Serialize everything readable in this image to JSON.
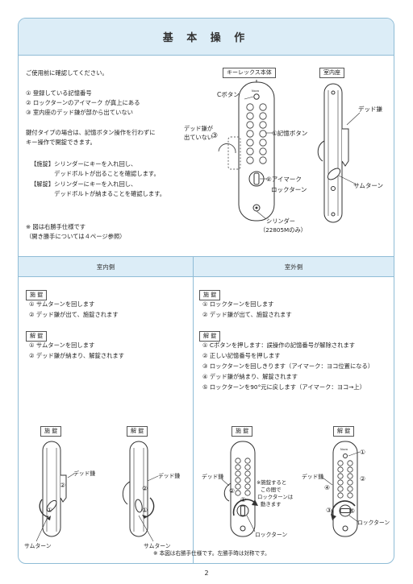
{
  "title": "基 本 操 作",
  "intro": {
    "lead": "ご使用前に確認してください。",
    "checks": [
      "① 登録している記憶番号",
      "② ロックターンのアイマーク が真上にある",
      "③ 室内座のデッド鎌が部から出ていない"
    ],
    "note_lines": [
      "鍵付タイプの場合は、記憶ボタン操作を行わずに",
      "キー操作で開錠できます。"
    ],
    "key_ops": [
      "【施錠】シリンダーにキーを入れ回し、",
      "　　　　デッドボルトが出ることを確認します。",
      "【解錠】シリンダーにキーを入れ回し、",
      "　　　　デッドボルトが納まることを確認します。"
    ],
    "footnote_lines": [
      "※ 図は右勝手仕様です",
      "（開き勝手については４ページ参照）"
    ]
  },
  "top_figure": {
    "keyless_label": "キーレックス本体",
    "indoor_label": "室内座",
    "c_button": "Cボタン",
    "dead_not_out_1": "デッド鎌が",
    "dead_not_out_2": "出ていない",
    "circle_3": "③",
    "memory_button": "①記憶ボタン",
    "eye_mark": "②アイマーク",
    "lock_turn": "ロックターン",
    "cylinder_1": "シリンダー",
    "cylinder_2": "（22805Mのみ）",
    "dead_sickle": "デッド鎌",
    "thumb_turn": "サムターン"
  },
  "indoor": {
    "header": "室内側",
    "lock_title": "施 錠",
    "lock_steps": [
      "① サムターンを回します",
      "② デッド鎌が出て、施錠されます"
    ],
    "unlock_title": "解 錠",
    "unlock_steps": [
      "① サムターンを回します",
      "② デッド鎌が納まり、解錠されます"
    ]
  },
  "outdoor": {
    "header": "室外側",
    "lock_title": "施 錠",
    "lock_steps": [
      "① ロックターンを回します",
      "② デッド鎌が出て、施錠されます"
    ],
    "unlock_title": "解 錠",
    "unlock_steps": [
      "① Cボタンを押します：誤操作の記憶番号が解除されます",
      "② 正しい記憶番号を押します",
      "③ ロックターンを回しきります（アイマーク：ヨコ位置になる）",
      "④ デッド鎌が納まり、解錠されます",
      "⑤ ロックターンを90°元に戻します（アイマーク：ヨコ→上）"
    ]
  },
  "bottom_figures": {
    "fig1_title": "施 錠",
    "fig2_title": "解 錠",
    "fig3_title": "施 錠",
    "fig4_title": "解 錠",
    "dead_sickle": "デッド鎌",
    "thumb_turn": "サムターン",
    "lock_turn": "ロックターン",
    "c1": "①",
    "c2": "②",
    "c3": "③",
    "c4": "④",
    "c5": "⑤",
    "note_1": "※施錠すると",
    "note_2": "この間で",
    "note_3": "ロックターンは",
    "note_4": "動きます",
    "brand": "Nova",
    "bottom_note": "※ 本図は右勝手仕様です。左勝手時は対称です。"
  },
  "page_number": "2"
}
